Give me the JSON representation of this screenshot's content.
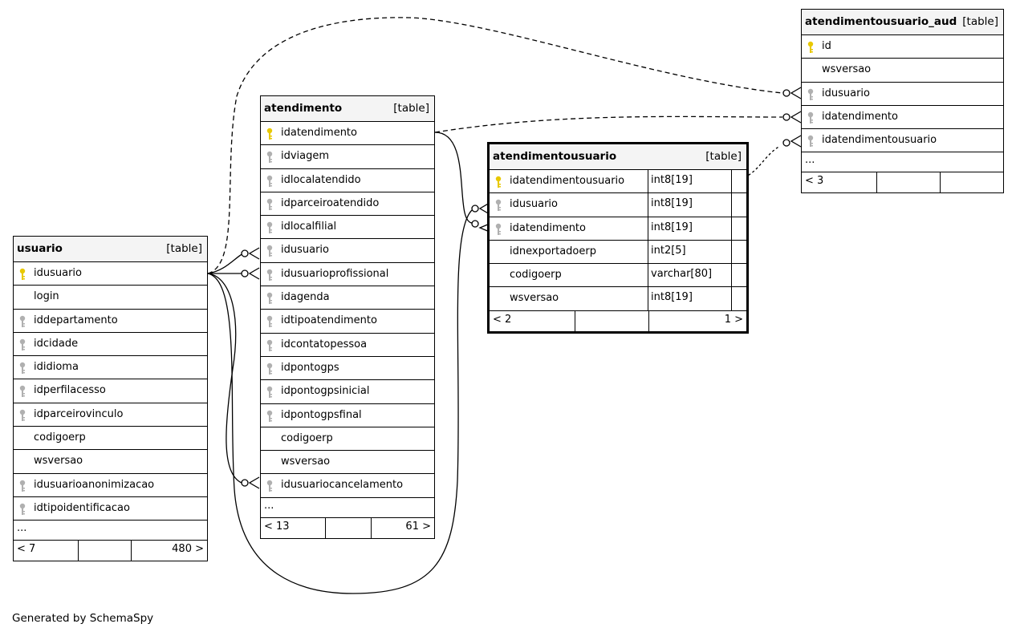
{
  "footer_text": "Generated by SchemaSpy",
  "colors": {
    "primary_key": "#e8c800",
    "foreign_key": "#b0b0b0",
    "header_bg": "#f4f4f4"
  },
  "tables": {
    "usuario": {
      "name": "usuario",
      "type": "[table]",
      "columns": [
        {
          "name": "idusuario",
          "key": "primary-key"
        },
        {
          "name": "login",
          "key": ""
        },
        {
          "name": "iddepartamento",
          "key": "foreign-key"
        },
        {
          "name": "idcidade",
          "key": "foreign-key"
        },
        {
          "name": "ididioma",
          "key": "foreign-key"
        },
        {
          "name": "idperfilacesso",
          "key": "foreign-key"
        },
        {
          "name": "idparceirovinculo",
          "key": "foreign-key"
        },
        {
          "name": "codigoerp",
          "key": ""
        },
        {
          "name": "wsversao",
          "key": ""
        },
        {
          "name": "idusuarioanonimizacao",
          "key": "foreign-key"
        },
        {
          "name": "idtipoidentificacao",
          "key": "foreign-key"
        }
      ],
      "more": "...",
      "footer": {
        "parents": "< 7",
        "rows": "480 >"
      }
    },
    "atendimento": {
      "name": "atendimento",
      "type": "[table]",
      "columns": [
        {
          "name": "idatendimento",
          "key": "primary-key"
        },
        {
          "name": "idviagem",
          "key": "foreign-key"
        },
        {
          "name": "idlocalatendido",
          "key": "foreign-key"
        },
        {
          "name": "idparceiroatendido",
          "key": "foreign-key"
        },
        {
          "name": "idlocalfilial",
          "key": "foreign-key"
        },
        {
          "name": "idusuario",
          "key": "foreign-key"
        },
        {
          "name": "idusuarioprofissional",
          "key": "foreign-key"
        },
        {
          "name": "idagenda",
          "key": "foreign-key"
        },
        {
          "name": "idtipoatendimento",
          "key": "foreign-key"
        },
        {
          "name": "idcontatopessoa",
          "key": "foreign-key"
        },
        {
          "name": "idpontogps",
          "key": "foreign-key"
        },
        {
          "name": "idpontogpsinicial",
          "key": "foreign-key"
        },
        {
          "name": "idpontogpsfinal",
          "key": "foreign-key"
        },
        {
          "name": "codigoerp",
          "key": ""
        },
        {
          "name": "wsversao",
          "key": ""
        },
        {
          "name": "idusuariocancelamento",
          "key": "foreign-key"
        }
      ],
      "more": "...",
      "footer": {
        "parents": "< 13",
        "rows": "61 >"
      }
    },
    "atendimentousuario": {
      "name": "atendimentousuario",
      "type": "[table]",
      "columns": [
        {
          "name": "idatendimentousuario",
          "type": "int8[19]",
          "key": "primary-key"
        },
        {
          "name": "idusuario",
          "type": "int8[19]",
          "key": "foreign-key"
        },
        {
          "name": "idatendimento",
          "type": "int8[19]",
          "key": "foreign-key"
        },
        {
          "name": "idnexportadoerp",
          "type": "int2[5]",
          "key": ""
        },
        {
          "name": "codigoerp",
          "type": "varchar[80]",
          "key": ""
        },
        {
          "name": "wsversao",
          "type": "int8[19]",
          "key": ""
        }
      ],
      "footer": {
        "parents": "< 2",
        "children": "1 >"
      }
    },
    "atendimentousuario_aud": {
      "name": "atendimentousuario_aud",
      "type": "[table]",
      "columns": [
        {
          "name": "id",
          "key": "primary-key"
        },
        {
          "name": "wsversao",
          "key": ""
        },
        {
          "name": "idusuario",
          "key": "foreign-key"
        },
        {
          "name": "idatendimento",
          "key": "foreign-key"
        },
        {
          "name": "idatendimentousuario",
          "key": "foreign-key"
        }
      ],
      "more": "...",
      "footer": {
        "parents": "< 3"
      }
    }
  }
}
